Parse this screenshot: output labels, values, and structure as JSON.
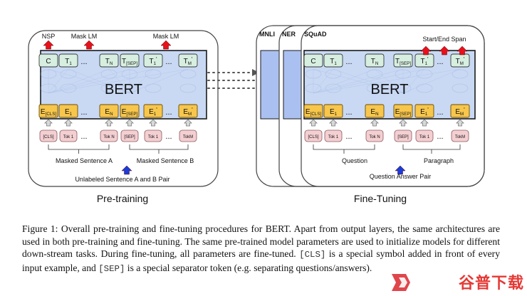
{
  "pretraining": {
    "title": "Pre-training",
    "model": "BERT",
    "output_labels": [
      "NSP",
      "Mask LM",
      "Mask LM"
    ],
    "outputs": [
      {
        "base": "C",
        "sub": ""
      },
      {
        "base": "T",
        "sub": "1"
      },
      {
        "base": "...",
        "sub": ""
      },
      {
        "base": "T",
        "sub": "N"
      },
      {
        "base": "T",
        "sub": "[SEP]"
      },
      {
        "base": "T",
        "sub": "1",
        "prime": "'"
      },
      {
        "base": "...",
        "sub": ""
      },
      {
        "base": "T",
        "sub": "M",
        "prime": "'"
      }
    ],
    "embeddings": [
      {
        "base": "E",
        "sub": "[CLS]"
      },
      {
        "base": "E",
        "sub": "1"
      },
      {
        "base": "...",
        "sub": ""
      },
      {
        "base": "E",
        "sub": "N"
      },
      {
        "base": "E",
        "sub": "[SEP]"
      },
      {
        "base": "E",
        "sub": "1",
        "prime": "'"
      },
      {
        "base": "...",
        "sub": ""
      },
      {
        "base": "E",
        "sub": "M",
        "prime": "'"
      }
    ],
    "tokens": [
      "[CLS]",
      "Tok 1",
      "...",
      "Tok N",
      "[SEP]",
      "Tok 1",
      "...",
      "TokM"
    ],
    "segment_a": "Masked Sentence A",
    "segment_b": "Masked Sentence B",
    "input_label": "Unlabeled Sentence A and B Pair"
  },
  "finetuning": {
    "title": "Fine-Tuning",
    "model": "BERT",
    "tasks": [
      "MNLI",
      "NER",
      "SQuAD"
    ],
    "output_label": "Start/End Span",
    "outputs": [
      {
        "base": "C",
        "sub": ""
      },
      {
        "base": "T",
        "sub": "1"
      },
      {
        "base": "...",
        "sub": ""
      },
      {
        "base": "T",
        "sub": "N"
      },
      {
        "base": "T",
        "sub": "[SEP]"
      },
      {
        "base": "T",
        "sub": "1",
        "prime": "'"
      },
      {
        "base": "...",
        "sub": ""
      },
      {
        "base": "T",
        "sub": "M",
        "prime": "'"
      }
    ],
    "embeddings": [
      {
        "base": "E",
        "sub": "[CLS]"
      },
      {
        "base": "E",
        "sub": "1"
      },
      {
        "base": "...",
        "sub": ""
      },
      {
        "base": "E",
        "sub": "N"
      },
      {
        "base": "E",
        "sub": "[SEP]"
      },
      {
        "base": "E",
        "sub": "1",
        "prime": "'"
      },
      {
        "base": "...",
        "sub": ""
      },
      {
        "base": "E",
        "sub": "M",
        "prime": "'"
      }
    ],
    "tokens": [
      "[CLS]",
      "Tok 1",
      "...",
      "Tok N",
      "[SEP]",
      "Tok 1",
      "...",
      "TokM"
    ],
    "segment_a": "Question",
    "segment_b": "Paragraph",
    "input_label": "Question Answer Pair"
  },
  "caption": {
    "part1": "Figure 1: Overall pre-training and fine-tuning procedures for BERT. Apart from output layers, the same architectures are used in both pre-training and fine-tuning. The same pre-trained model parameters are used to initialize models for different down-stream tasks. During fine-tuning, all parameters are fine-tuned. ",
    "cls_token": "[CLS]",
    "part2": " is a special symbol added in front of every input example, and ",
    "sep_token": "[SEP]",
    "part3": " is a special separator token (e.g. separating questions/answers)."
  },
  "watermark": "谷普下载",
  "colors": {
    "output_box": "#d7efe0",
    "embedding_box": "#f7c64b",
    "token_box": "#f4cfd2",
    "encoder_fill": "#c9d9f4",
    "task_panel": "#aac0f0",
    "arrow_red": "#e8101b",
    "arrow_blue": "#1a3cd8"
  }
}
